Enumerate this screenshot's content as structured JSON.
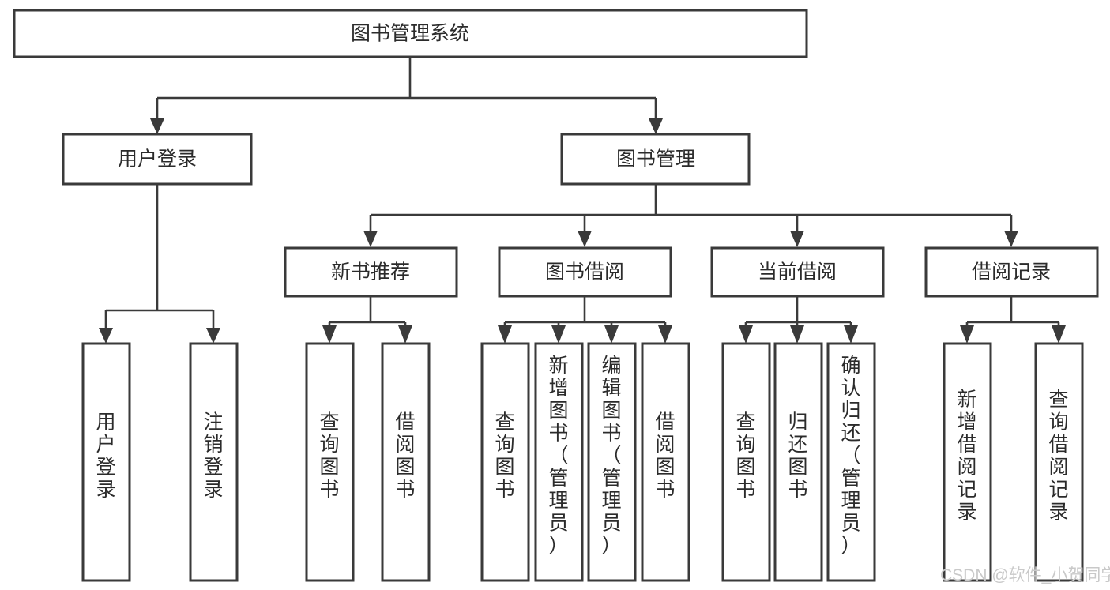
{
  "diagram": {
    "title": "图书管理系统",
    "type": "tree-hierarchy",
    "orientation": "top-down",
    "colors": {
      "background": "#ffffff",
      "box_fill": "#ffffff",
      "box_stroke": "#3a3a3a",
      "connector": "#3a3a3a",
      "text": "#2b2b2b",
      "watermark": "#c9c9c9"
    },
    "root": {
      "label": "图书管理系统",
      "text_orientation": "horizontal"
    },
    "level2": [
      {
        "label": "用户登录",
        "text_orientation": "horizontal"
      },
      {
        "label": "图书管理",
        "text_orientation": "horizontal"
      }
    ],
    "level3": [
      {
        "label": "新书推荐",
        "text_orientation": "horizontal"
      },
      {
        "label": "图书借阅",
        "text_orientation": "horizontal"
      },
      {
        "label": "当前借阅",
        "text_orientation": "horizontal"
      },
      {
        "label": "借阅记录",
        "text_orientation": "horizontal"
      }
    ],
    "leaves": {
      "user_login": [
        {
          "label": "用户登录",
          "chars": [
            "用",
            "户",
            "登",
            "录"
          ]
        },
        {
          "label": "注销登录",
          "chars": [
            "注",
            "销",
            "登",
            "录"
          ]
        }
      ],
      "new_book_recommend": [
        {
          "label": "查询图书",
          "chars": [
            "查",
            "询",
            "图",
            "书"
          ]
        },
        {
          "label": "借阅图书",
          "chars": [
            "借",
            "阅",
            "图",
            "书"
          ]
        }
      ],
      "book_borrow": [
        {
          "label": "查询图书",
          "chars": [
            "查",
            "询",
            "图",
            "书"
          ]
        },
        {
          "label": "新增图书（管理员）",
          "chars": [
            "新",
            "增",
            "图",
            "书",
            "（",
            "管",
            "理",
            "员",
            "）"
          ]
        },
        {
          "label": "编辑图书（管理员）",
          "chars": [
            "编",
            "辑",
            "图",
            "书",
            "（",
            "管",
            "理",
            "员",
            "）"
          ]
        },
        {
          "label": "借阅图书",
          "chars": [
            "借",
            "阅",
            "图",
            "书"
          ]
        }
      ],
      "current_borrow": [
        {
          "label": "查询图书",
          "chars": [
            "查",
            "询",
            "图",
            "书"
          ]
        },
        {
          "label": "归还图书",
          "chars": [
            "归",
            "还",
            "图",
            "书"
          ]
        },
        {
          "label": "确认归还（管理员）",
          "chars": [
            "确",
            "认",
            "归",
            "还",
            "（",
            "管",
            "理",
            "员",
            "）"
          ]
        }
      ],
      "borrow_record": [
        {
          "label": "新增借阅记录",
          "chars": [
            "新",
            "增",
            "借",
            "阅",
            "记",
            "录"
          ]
        },
        {
          "label": "查询借阅记录",
          "chars": [
            "查",
            "询",
            "借",
            "阅",
            "记",
            "录"
          ]
        }
      ]
    },
    "watermark": "CSDN @软件_小贺同学"
  }
}
